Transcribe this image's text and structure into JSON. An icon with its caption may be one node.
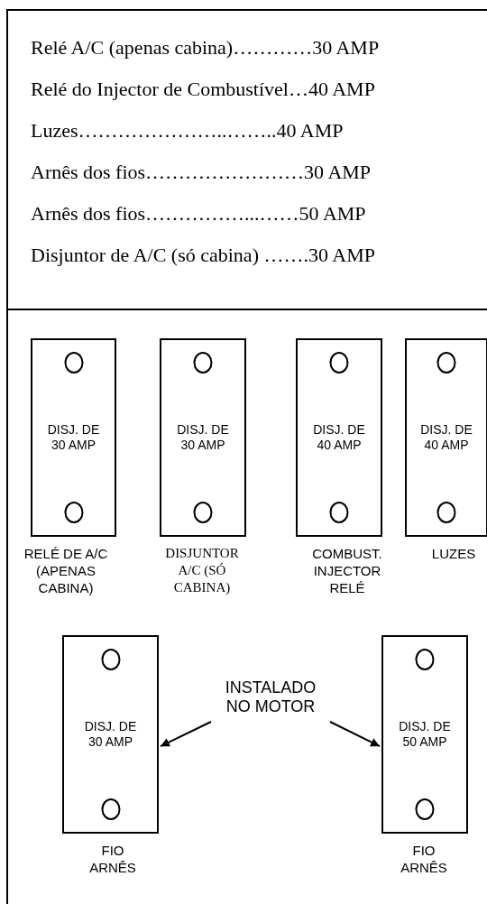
{
  "diagram": {
    "nodes": [
      {
        "text": [
          "DISJ. DE 30 AMP"
        ],
        "beside": [
          "RELÉ DE A/C (APENAS CABINA)"
        ]
      },
      {
        "text": [
          "DISJ. DE 30 AMP"
        ],
        "beside": [
          "DISJUNTOR A/C (SÓ CABINA)"
        ]
      },
      {
        "text": [
          "DISJ. DE 40 AMP"
        ],
        "beside": [
          "COMBUST. INJECTOR RELÉ"
        ]
      },
      {
        "text": [
          "DISJ. DE 40 AMP"
        ],
        "beside": [
          "LUZES"
        ]
      },
      {
        "text": [
          "DISJ. DE 30 AMP"
        ],
        "beside": [
          "FIO ARNÊS"
        ]
      },
      {
        "text": [
          "INSTALADO NO MOTOR"
        ]
      },
      {
        "text": [
          "DISJ. DE 50 AMP"
        ],
        "beside": [
          "FIO ARNÊS"
        ]
      }
    ],
    "edges": [
      {
        "from": 5,
        "to": 4,
        "arrow": "to"
      },
      {
        "from": 5,
        "to": 6,
        "arrow": "to"
      }
    ],
    "labels": [
      "Relé A/C (apenas cabina)…………30 AMP",
      "Relé do Injector de Combustível…40 AMP",
      "Luzes…………………..……..40 AMP",
      "Arnês dos fios……………………30 AMP",
      "Arnês dos fios……………...……50 AMP",
      "Disjuntor de A/C (só cabina) …….30 AMP"
    ]
  }
}
